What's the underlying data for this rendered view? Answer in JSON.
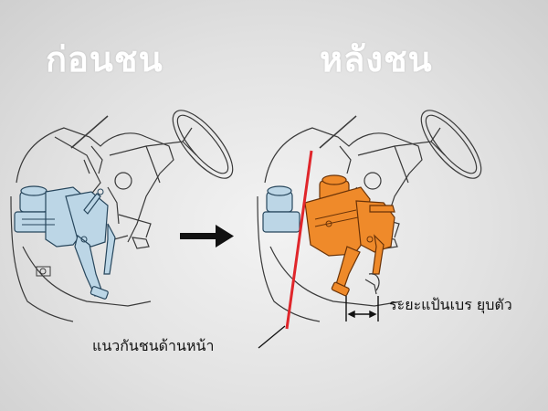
{
  "titles": {
    "before": "ก่อนชน",
    "after": "หลังชน"
  },
  "labels": {
    "bulkhead_line": "แนวกันชนด้านหน้า",
    "pedal_retraction": "ระยะแป้นเบร  ยุบตัว"
  },
  "colors": {
    "line_art": "#3a3a3a",
    "before_assembly": "#bcd6e6",
    "after_assembly": "#ef8a2a",
    "bulkhead_line": "#e0262b",
    "arrow": "#111111",
    "title_text": "#ffffff"
  },
  "icons": {
    "transition": "right-arrow-icon"
  }
}
